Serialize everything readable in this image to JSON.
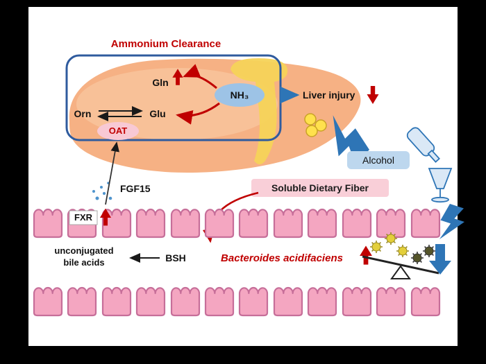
{
  "colors": {
    "red": "#C00000",
    "blue": "#2E75B6",
    "light_blue_fill": "#BDD7EE",
    "liver": "#F6B184",
    "liver_light": "#F9C9A3",
    "yellow": "#F6D358",
    "cell_pink": "#F4A6C1",
    "cell_border": "#C66E99",
    "label_pink": "#F9CFD8",
    "oat_pink": "#F8C9D4",
    "nh3_blue": "#9DC3E6"
  },
  "title": "Ammonium Clearance",
  "liver_box": {
    "gln": "Gln",
    "orn": "Orn",
    "glu": "Glu",
    "oat": "OAT",
    "nh3": "NH₃"
  },
  "labels": {
    "liver_injury": "Liver injury",
    "alcohol": "Alcohol",
    "soluble_dietary_fiber": "Soluble Dietary Fiber",
    "bacteroides": "Bacteroides acidifaciens",
    "fgf15": "FGF15",
    "fxr": "FXR",
    "bsh": "BSH",
    "unconjugated_line1": "unconjugated",
    "unconjugated_line2": "bile acids"
  },
  "icons": {
    "lightning_icon": "bolt",
    "bottle-and-glass-icon": "alcohol",
    "seesaw-balance-icon": "microbiota balance",
    "lipid-droplets-icon": "yellow droplets",
    "particles-icon": "blue dots"
  }
}
